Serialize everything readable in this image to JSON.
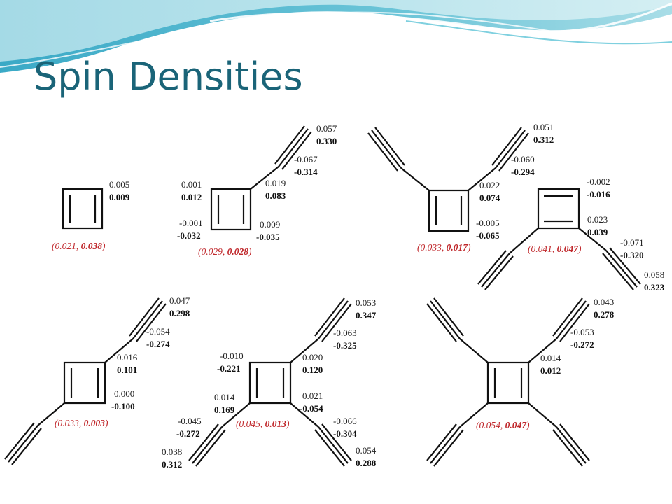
{
  "slide": {
    "title": "Spin Densities"
  },
  "colors": {
    "title": "#1a6478",
    "pair_label": "#c0282c",
    "bond": "#111111"
  },
  "molecules": [
    {
      "id": "m1",
      "labels": [
        {
          "top": "0.005",
          "bottom": "0.009"
        }
      ],
      "pair": {
        "a": "0.021",
        "b": "0.038"
      }
    },
    {
      "id": "m2",
      "labels": [
        {
          "top": "0.057",
          "bottom": "0.330"
        },
        {
          "top": "-0.067",
          "bottom": "-0.314"
        },
        {
          "top": "0.019",
          "bottom": "0.083"
        },
        {
          "top": "0.001",
          "bottom": "0.012"
        },
        {
          "top": "0.009",
          "bottom": "-0.035"
        },
        {
          "top": "-0.001",
          "bottom": "-0.032"
        }
      ],
      "pair": {
        "a": "0.029",
        "b": "0.028"
      }
    },
    {
      "id": "m3",
      "labels": [
        {
          "top": "0.051",
          "bottom": "0.312"
        },
        {
          "top": "-0.060",
          "bottom": "-0.294"
        },
        {
          "top": "0.022",
          "bottom": "0.074"
        },
        {
          "top": "-0.005",
          "bottom": "-0.065"
        }
      ],
      "pair": {
        "a": "0.033",
        "b": "0.017"
      }
    },
    {
      "id": "m4",
      "labels": [
        {
          "top": "-0.002",
          "bottom": "-0.016"
        },
        {
          "top": "0.023",
          "bottom": "0.039"
        },
        {
          "top": "-0.071",
          "bottom": "-0.320"
        },
        {
          "top": "0.058",
          "bottom": "0.323"
        }
      ],
      "pair": {
        "a": "0.041",
        "b": "0.047"
      }
    },
    {
      "id": "m5",
      "labels": [
        {
          "top": "0.047",
          "bottom": "0.298"
        },
        {
          "top": "-0.054",
          "bottom": "-0.274"
        },
        {
          "top": "0.016",
          "bottom": "0.101"
        },
        {
          "top": "0.000",
          "bottom": "-0.100"
        }
      ],
      "pair": {
        "a": "0.033",
        "b": "0.003"
      }
    },
    {
      "id": "m6",
      "labels": [
        {
          "top": "0.053",
          "bottom": "0.347"
        },
        {
          "top": "-0.063",
          "bottom": "-0.325"
        },
        {
          "top": "-0.010",
          "bottom": "-0.221"
        },
        {
          "top": "0.020",
          "bottom": "0.120"
        },
        {
          "top": "0.014",
          "bottom": "0.169"
        },
        {
          "top": "0.021",
          "bottom": "-0.054"
        },
        {
          "top": "-0.045",
          "bottom": "-0.272"
        },
        {
          "top": "-0.066",
          "bottom": "-0.304"
        },
        {
          "top": "0.038",
          "bottom": "0.312"
        },
        {
          "top": "0.054",
          "bottom": "0.288"
        }
      ],
      "pair": {
        "a": "0.045",
        "b": "0.013"
      }
    },
    {
      "id": "m7",
      "labels": [
        {
          "top": "0.043",
          "bottom": "0.278"
        },
        {
          "top": "-0.053",
          "bottom": "-0.272"
        },
        {
          "top": "0.014",
          "bottom": "0.012"
        }
      ],
      "pair": {
        "a": "0.054",
        "b": "0.047"
      }
    }
  ]
}
